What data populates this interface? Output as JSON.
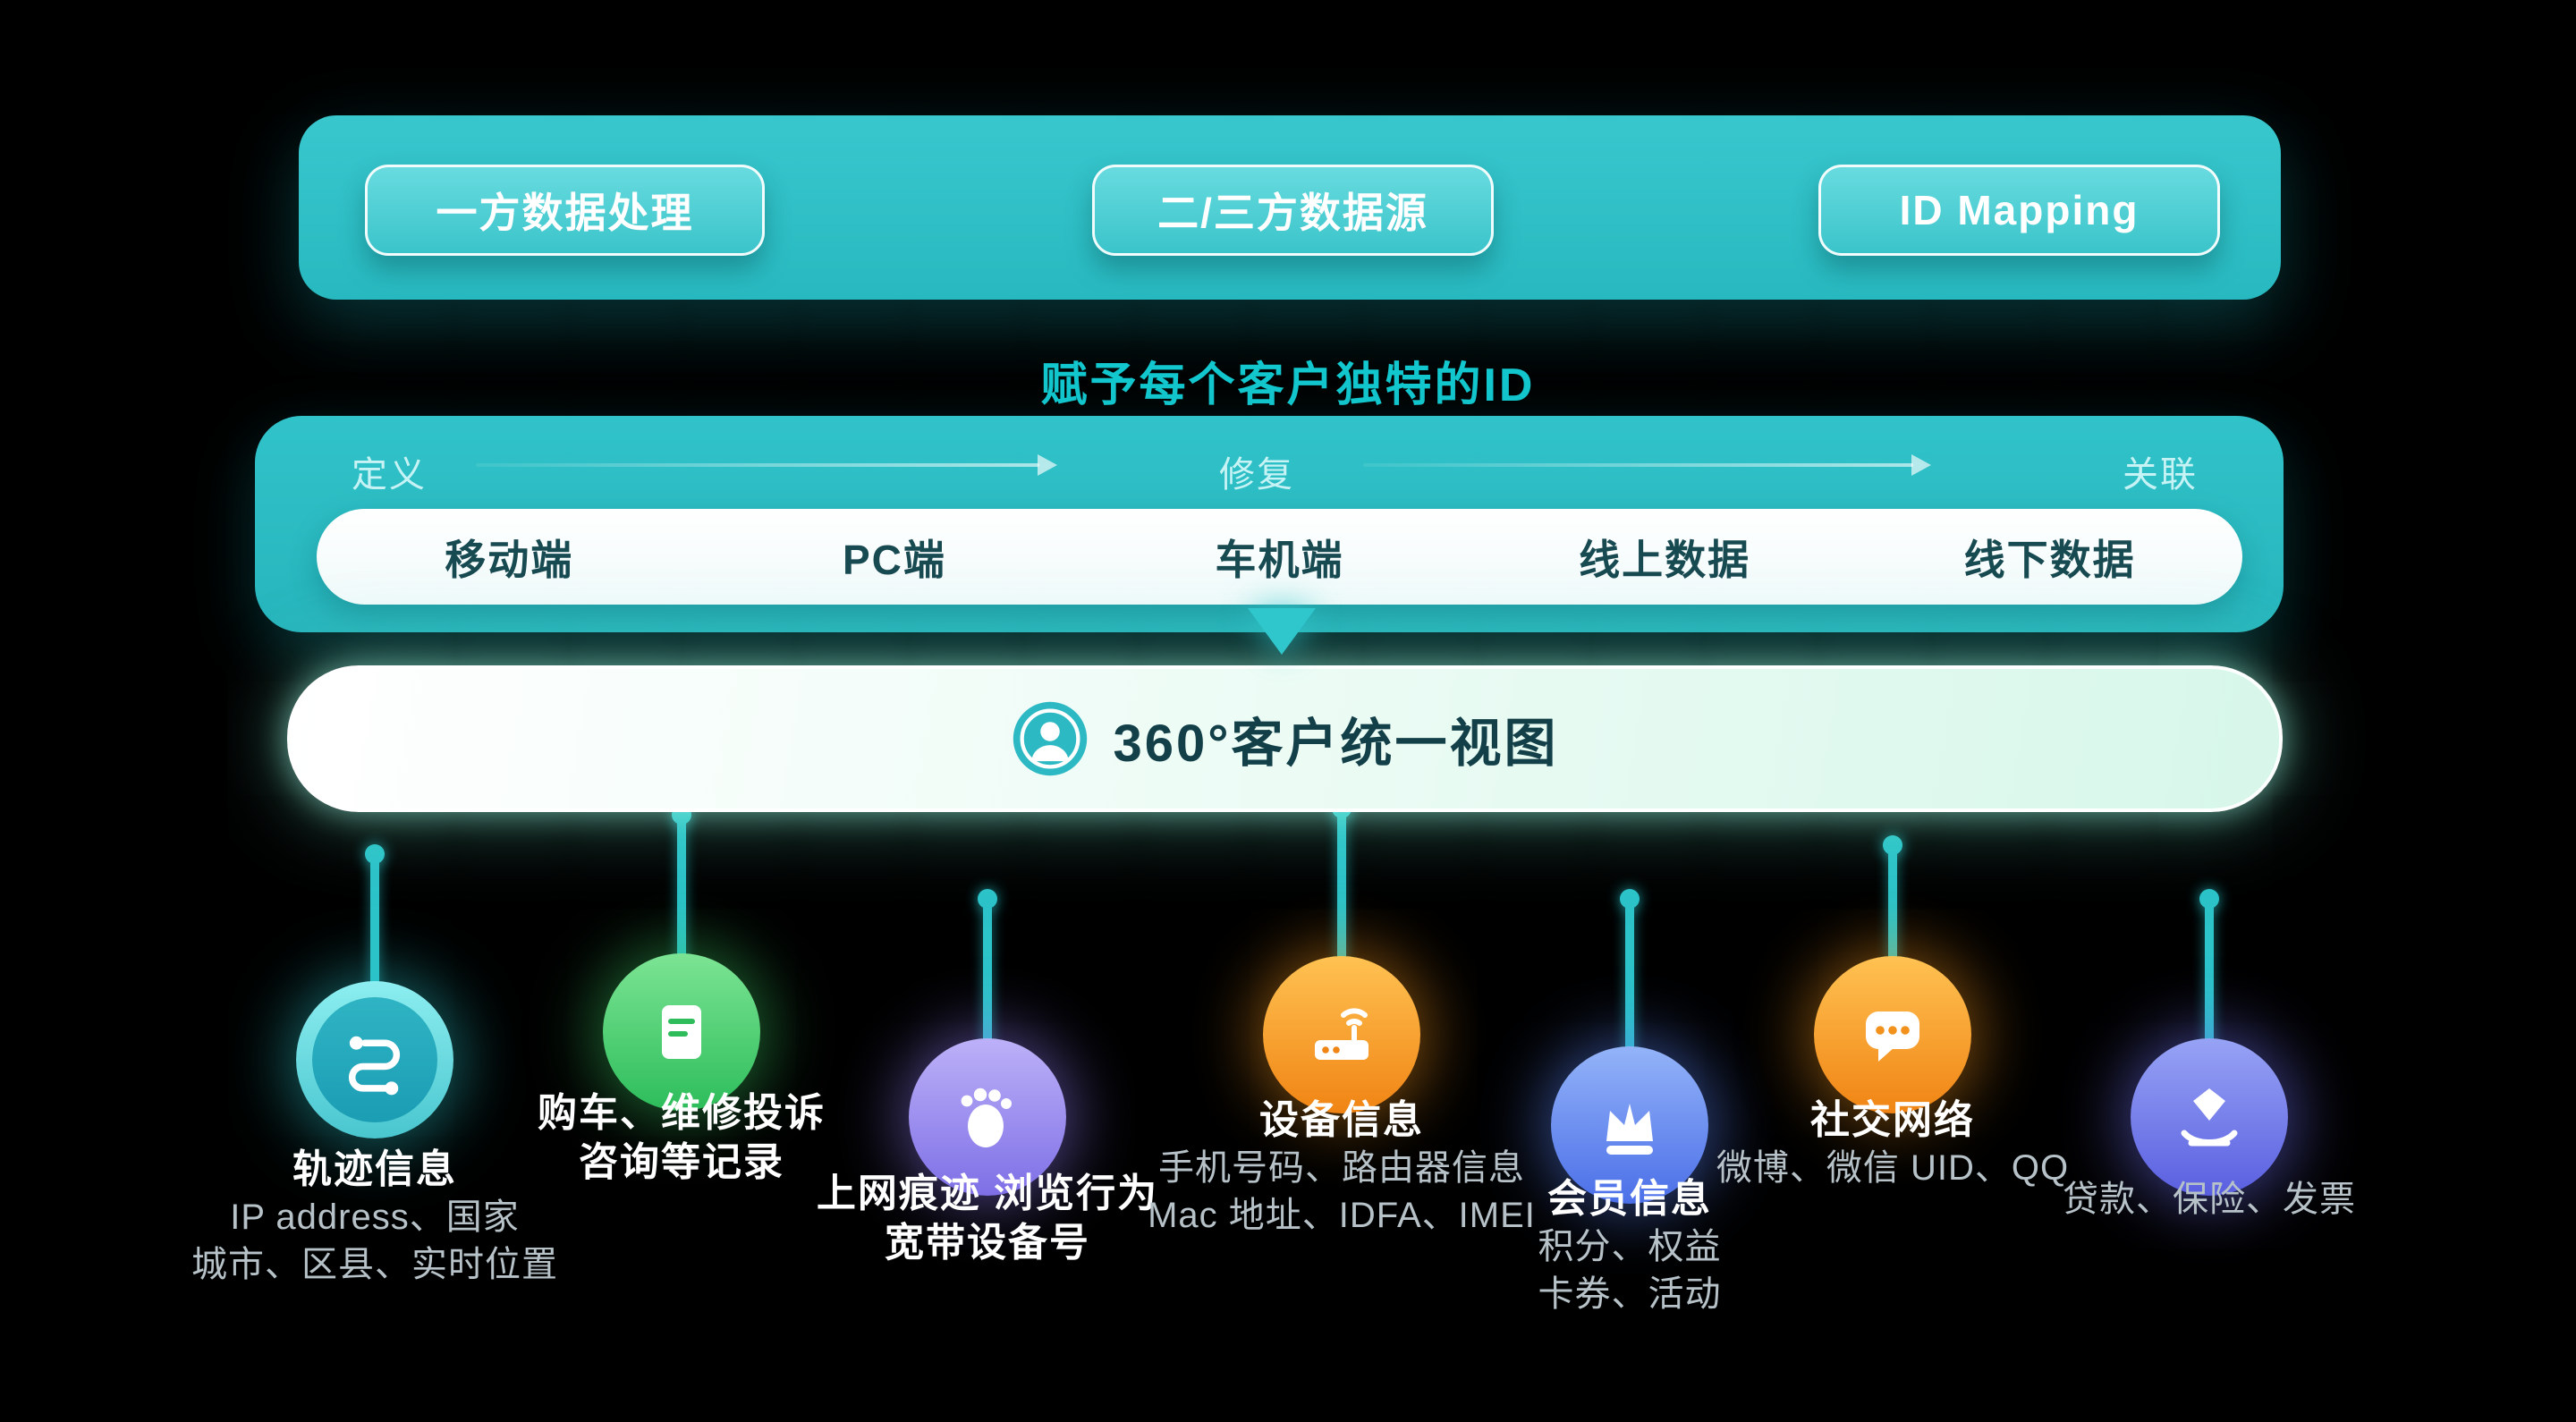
{
  "colors": {
    "teal": "#2BBFC5",
    "accent_text": "#13C7CE",
    "bubble_teal": "#23AEBC",
    "bubble_green": "#2DBD5B",
    "bubble_purple": "#8A7BEB",
    "bubble_orange": "#F08414",
    "bubble_blue": "#4B6FE8",
    "bubble_indigo": "#5A5FE0"
  },
  "top_bar": {
    "buttons": [
      {
        "label": "一方数据处理"
      },
      {
        "label": "二/三方数据源"
      },
      {
        "label": "ID Mapping"
      }
    ]
  },
  "headline": "赋予每个客户独特的ID",
  "pipeline": {
    "stages": [
      "定义",
      "修复",
      "关联"
    ],
    "channels": [
      "移动端",
      "PC端",
      "车机端",
      "线上数据",
      "线下数据"
    ]
  },
  "unified_view": {
    "icon": "person-icon",
    "label": "360°客户统一视图"
  },
  "sources": [
    {
      "icon": "route-icon",
      "title_lines": [
        "轨迹信息"
      ],
      "desc_lines": [
        "IP address、国家",
        "城市、区县、实时位置"
      ]
    },
    {
      "icon": "document-icon",
      "title_lines": [
        "购车、维修投诉",
        "咨询等记录"
      ],
      "desc_lines": []
    },
    {
      "icon": "footprint-icon",
      "title_lines": [
        "上网痕迹 浏览行为",
        "宽带设备号"
      ],
      "desc_lines": []
    },
    {
      "icon": "router-icon",
      "title_lines": [
        "设备信息"
      ],
      "desc_lines": [
        "手机号码、路由器信息",
        "Mac 地址、IDFA、IMEI"
      ]
    },
    {
      "icon": "crown-icon",
      "title_lines": [
        "会员信息"
      ],
      "desc_lines": [
        "积分、权益",
        "卡券、活动"
      ]
    },
    {
      "icon": "chat-icon",
      "title_lines": [
        "社交网络"
      ],
      "desc_lines": [
        "微博、微信 UID、QQ"
      ]
    },
    {
      "icon": "finance-icon",
      "title_lines": [],
      "desc_lines": [
        "贷款、保险、发票"
      ]
    }
  ]
}
